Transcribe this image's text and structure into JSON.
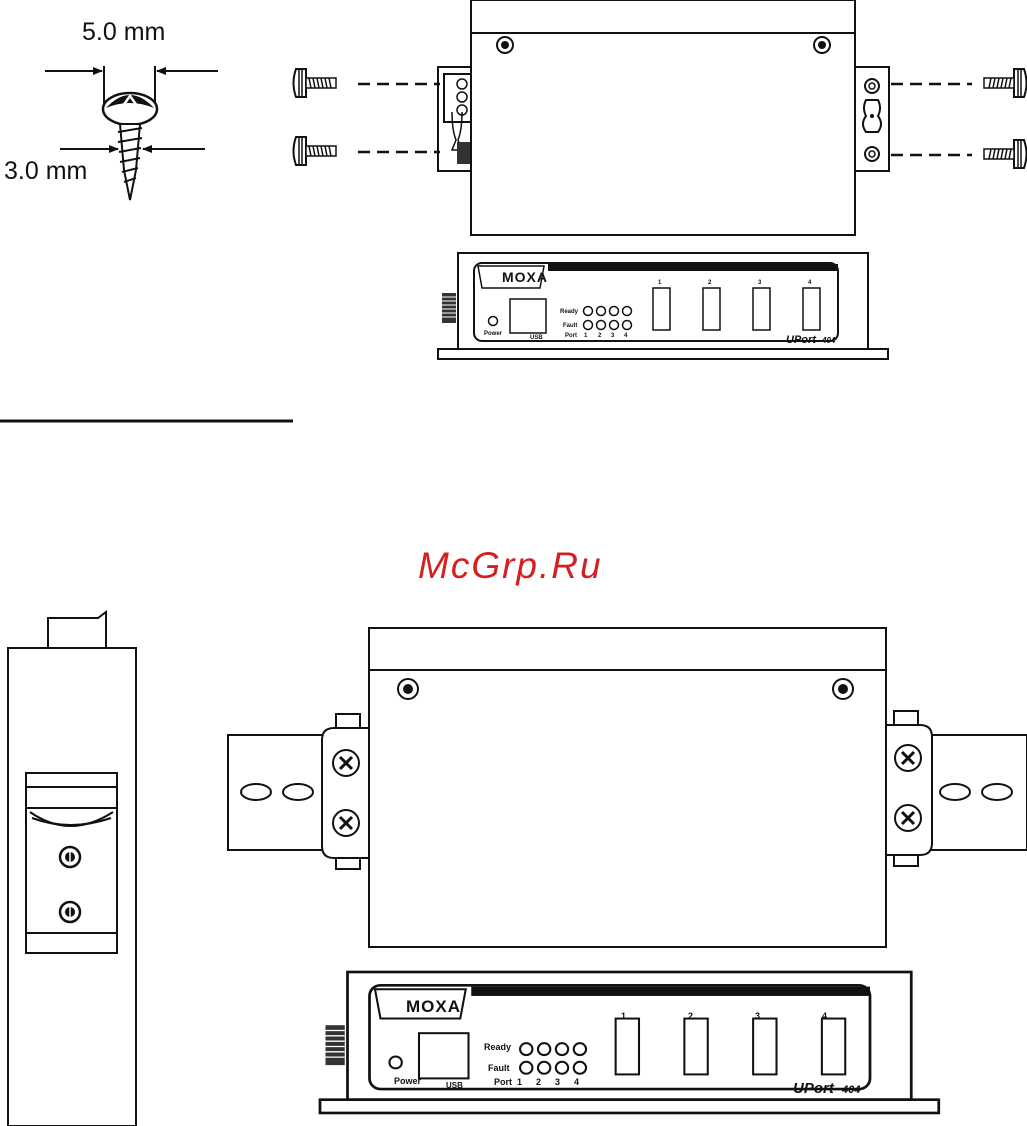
{
  "screw_spec": {
    "head_diameter": "5.0 mm",
    "shank_diameter": "3.0 mm"
  },
  "watermark": {
    "text": "McGrp.Ru",
    "color": "#d42020"
  },
  "device": {
    "brand": "MOXA",
    "model_prefix": "UPort",
    "model_number": "404",
    "power_label": "Power",
    "usb_label": "USB",
    "ready_label": "Ready",
    "fault_label": "Fault",
    "port_label": "Port",
    "port_numbers": [
      "1",
      "2",
      "3",
      "4"
    ]
  }
}
